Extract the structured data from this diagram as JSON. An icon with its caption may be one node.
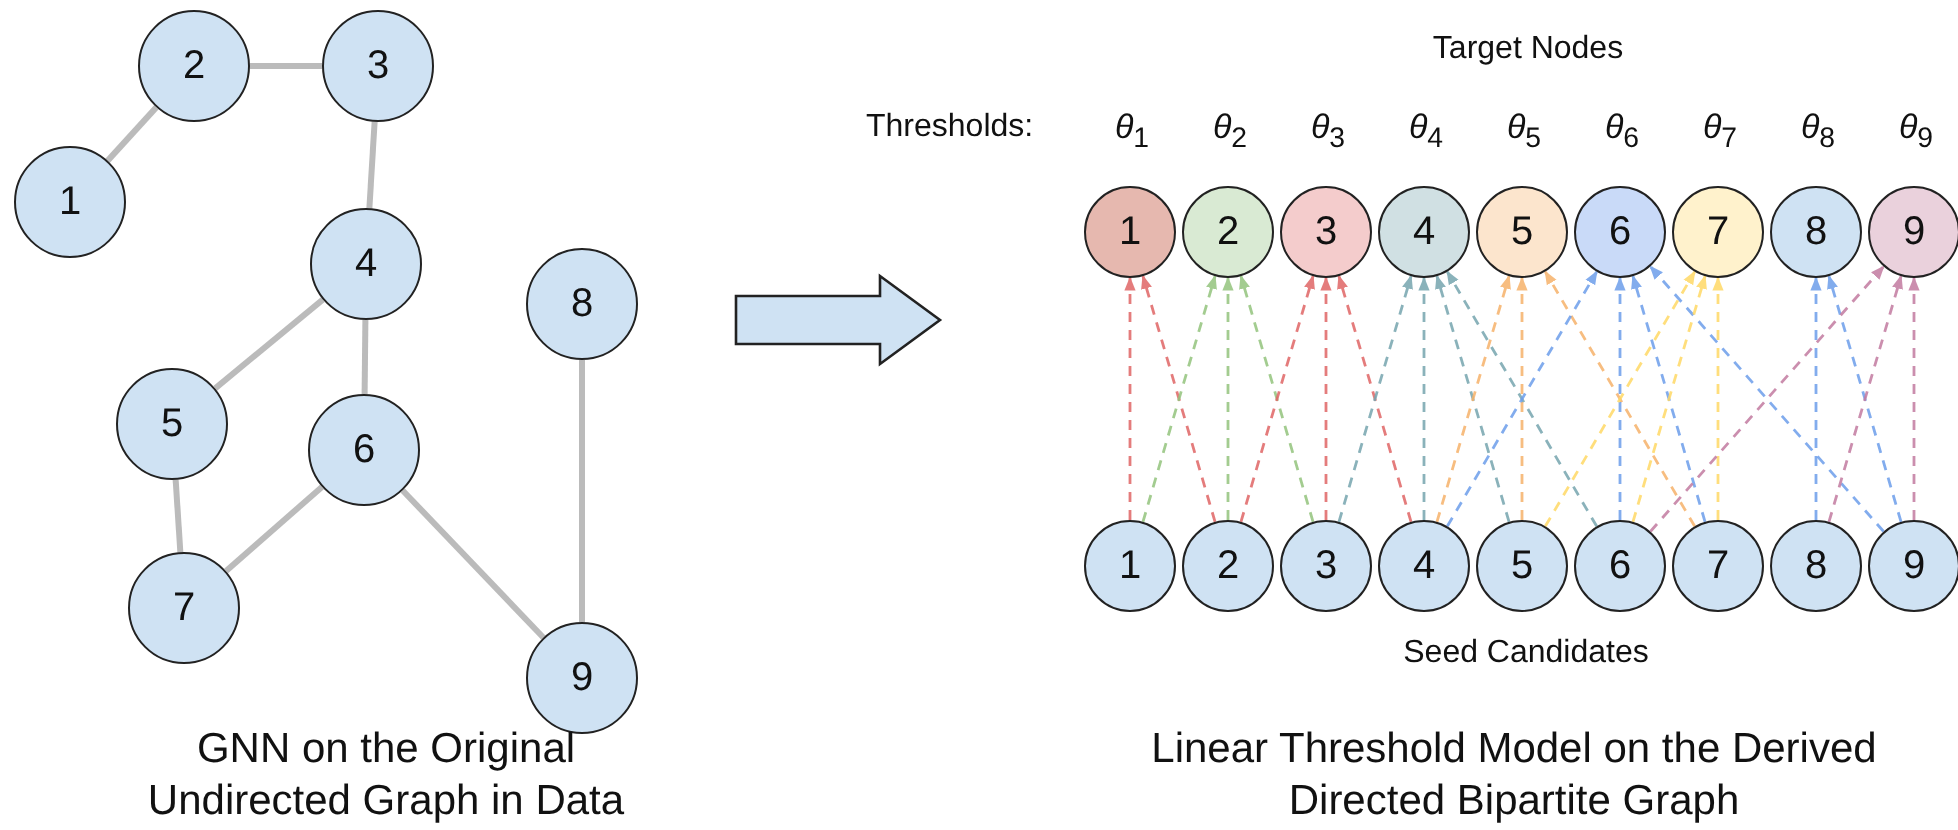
{
  "diagram": {
    "nodes": [
      {
        "text": [
          "1"
        ]
      },
      {
        "text": [
          "2"
        ]
      },
      {
        "text": [
          "3"
        ]
      },
      {
        "text": [
          "4"
        ]
      },
      {
        "text": [
          "5"
        ]
      },
      {
        "text": [
          "6"
        ]
      },
      {
        "text": [
          "7"
        ]
      },
      {
        "text": [
          "8"
        ]
      },
      {
        "text": [
          "9"
        ]
      },
      {
        "text": [
          "1"
        ]
      },
      {
        "text": [
          "2"
        ]
      },
      {
        "text": [
          "3"
        ]
      },
      {
        "text": [
          "4"
        ]
      },
      {
        "text": [
          "5"
        ]
      },
      {
        "text": [
          "6"
        ]
      },
      {
        "text": [
          "7"
        ]
      },
      {
        "text": [
          "8"
        ]
      },
      {
        "text": [
          "9"
        ]
      },
      {
        "text": [
          "1"
        ]
      },
      {
        "text": [
          "2"
        ]
      },
      {
        "text": [
          "3"
        ]
      },
      {
        "text": [
          "4"
        ]
      },
      {
        "text": [
          "5"
        ]
      },
      {
        "text": [
          "6"
        ]
      },
      {
        "text": [
          "7"
        ]
      },
      {
        "text": [
          "8"
        ]
      },
      {
        "text": [
          "9"
        ]
      }
    ],
    "edges": [
      {
        "from": 0,
        "to": 1,
        "arrow": "none",
        "style": "thick"
      },
      {
        "from": 1,
        "to": 2,
        "arrow": "none",
        "style": "thick"
      },
      {
        "from": 2,
        "to": 3,
        "arrow": "none",
        "style": "thick"
      },
      {
        "from": 3,
        "to": 4,
        "arrow": "none",
        "style": "thick"
      },
      {
        "from": 3,
        "to": 5,
        "arrow": "none",
        "style": "thick"
      },
      {
        "from": 4,
        "to": 6,
        "arrow": "none",
        "style": "thick"
      },
      {
        "from": 5,
        "to": 6,
        "arrow": "none",
        "style": "thick"
      },
      {
        "from": 5,
        "to": 8,
        "arrow": "none",
        "style": "thick"
      },
      {
        "from": 7,
        "to": 8,
        "arrow": "none",
        "style": "thick"
      },
      {
        "from": 18,
        "to": 9,
        "arrow": "to",
        "style": "dashed",
        "color": "#e06666"
      },
      {
        "from": 19,
        "to": 9,
        "arrow": "to",
        "style": "dashed",
        "color": "#e06666"
      },
      {
        "from": 18,
        "to": 10,
        "arrow": "to",
        "style": "dashed",
        "color": "#93c47d"
      },
      {
        "from": 19,
        "to": 10,
        "arrow": "to",
        "style": "dashed",
        "color": "#93c47d"
      },
      {
        "from": 20,
        "to": 10,
        "arrow": "to",
        "style": "dashed",
        "color": "#93c47d"
      },
      {
        "from": 19,
        "to": 11,
        "arrow": "to",
        "style": "dashed",
        "color": "#e06666"
      },
      {
        "from": 20,
        "to": 11,
        "arrow": "to",
        "style": "dashed",
        "color": "#e06666"
      },
      {
        "from": 21,
        "to": 11,
        "arrow": "to",
        "style": "dashed",
        "color": "#e06666"
      },
      {
        "from": 20,
        "to": 12,
        "arrow": "to",
        "style": "dashed",
        "color": "#76a5af"
      },
      {
        "from": 21,
        "to": 12,
        "arrow": "to",
        "style": "dashed",
        "color": "#76a5af"
      },
      {
        "from": 22,
        "to": 12,
        "arrow": "to",
        "style": "dashed",
        "color": "#76a5af"
      },
      {
        "from": 23,
        "to": 12,
        "arrow": "to",
        "style": "dashed",
        "color": "#76a5af"
      },
      {
        "from": 21,
        "to": 13,
        "arrow": "to",
        "style": "dashed",
        "color": "#f6b26b"
      },
      {
        "from": 22,
        "to": 13,
        "arrow": "to",
        "style": "dashed",
        "color": "#f6b26b"
      },
      {
        "from": 24,
        "to": 13,
        "arrow": "to",
        "style": "dashed",
        "color": "#f6b26b"
      },
      {
        "from": 21,
        "to": 14,
        "arrow": "to",
        "style": "dashed",
        "color": "#6d9eeb"
      },
      {
        "from": 23,
        "to": 14,
        "arrow": "to",
        "style": "dashed",
        "color": "#6d9eeb"
      },
      {
        "from": 24,
        "to": 14,
        "arrow": "to",
        "style": "dashed",
        "color": "#6d9eeb"
      },
      {
        "from": 26,
        "to": 14,
        "arrow": "to",
        "style": "dashed",
        "color": "#6d9eeb"
      },
      {
        "from": 22,
        "to": 15,
        "arrow": "to",
        "style": "dashed",
        "color": "#ffd966"
      },
      {
        "from": 23,
        "to": 15,
        "arrow": "to",
        "style": "dashed",
        "color": "#ffd966"
      },
      {
        "from": 24,
        "to": 15,
        "arrow": "to",
        "style": "dashed",
        "color": "#ffd966"
      },
      {
        "from": 25,
        "to": 16,
        "arrow": "to",
        "style": "dashed",
        "color": "#6d9eeb"
      },
      {
        "from": 26,
        "to": 16,
        "arrow": "to",
        "style": "dashed",
        "color": "#6d9eeb"
      },
      {
        "from": 23,
        "to": 17,
        "arrow": "to",
        "style": "dashed",
        "color": "#c27ba0"
      },
      {
        "from": 25,
        "to": 17,
        "arrow": "to",
        "style": "dashed",
        "color": "#c27ba0"
      },
      {
        "from": 26,
        "to": 17,
        "arrow": "to",
        "style": "dashed",
        "color": "#c27ba0"
      }
    ],
    "labels": [
      "Target Nodes",
      "Thresholds:",
      "*θ*$_{1}$",
      "*θ*$_{2}$",
      "*θ*$_{3}$",
      "*θ*$_{4}$",
      "*θ*$_{5}$",
      "*θ*$_{6}$",
      "*θ*$_{7}$",
      "*θ*$_{8}$",
      "*θ*$_{9}$",
      "Seed Candidates",
      "GNN on the Original Undirected Graph in Data",
      "Linear Threshold Model on the Derived Directed Bipartite Graph"
    ]
  }
}
